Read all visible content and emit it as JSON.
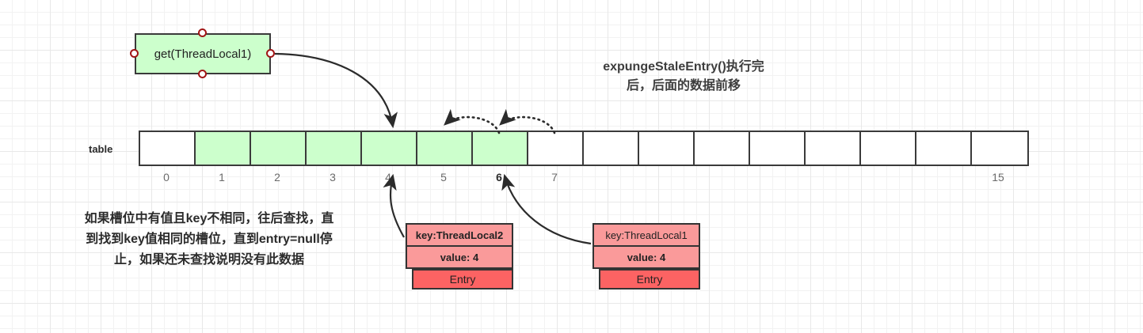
{
  "diagram": {
    "title_lines": [
      "expungeStaleEntry()执行完",
      "后，后面的数据前移"
    ],
    "description_lines": [
      "如果槽位中有值且key不相同，往后查找，直",
      "到找到key值相同的槽位，直到entry=null停",
      "止，如果还未查找说明没有此数据"
    ]
  },
  "get_node": {
    "label": "get(ThreadLocal1)",
    "fill_color": "#ccffcc",
    "border_color": "#3a3a3a",
    "port_color": "#a01515"
  },
  "table": {
    "label": "table",
    "fill_color": "#ccffcc",
    "border_color": "#3a3a3a",
    "cells": [
      {
        "index": "0",
        "filled": false
      },
      {
        "index": "1",
        "filled": true
      },
      {
        "index": "2",
        "filled": true
      },
      {
        "index": "3",
        "filled": true
      },
      {
        "index": "4",
        "filled": true
      },
      {
        "index": "5",
        "filled": true
      },
      {
        "index": "6",
        "filled": true
      },
      {
        "index": "7",
        "filled": false
      },
      {
        "index": "",
        "filled": false
      },
      {
        "index": "",
        "filled": false
      },
      {
        "index": "",
        "filled": false
      },
      {
        "index": "",
        "filled": false
      },
      {
        "index": "",
        "filled": false
      },
      {
        "index": "",
        "filled": false
      },
      {
        "index": "",
        "filled": false
      },
      {
        "index": "15",
        "filled": false
      }
    ],
    "bold_indices": [
      "6"
    ]
  },
  "entries": [
    {
      "key": "key:ThreadLocal2",
      "value": "value: 4",
      "footer": "Entry",
      "key_bold": true,
      "value_bold": true,
      "kv_color": "#fa9a9a",
      "footer_color": "#fc6363",
      "points_to_index": "4"
    },
    {
      "key": "key:ThreadLocal1",
      "value": "value: 4",
      "footer": "Entry",
      "key_bold": false,
      "value_bold": true,
      "kv_color": "#fa9a9a",
      "footer_color": "#fc6363",
      "points_to_index": "6"
    }
  ],
  "arrows": {
    "get_to_slot": {
      "from": "get(ThreadLocal1)",
      "to_index": "4",
      "style": "solid"
    },
    "shift_arcs": [
      {
        "from_index": "6",
        "to_index": "5",
        "style": "dotted"
      },
      {
        "from_index": "7",
        "to_index": "6",
        "style": "dotted"
      }
    ]
  }
}
